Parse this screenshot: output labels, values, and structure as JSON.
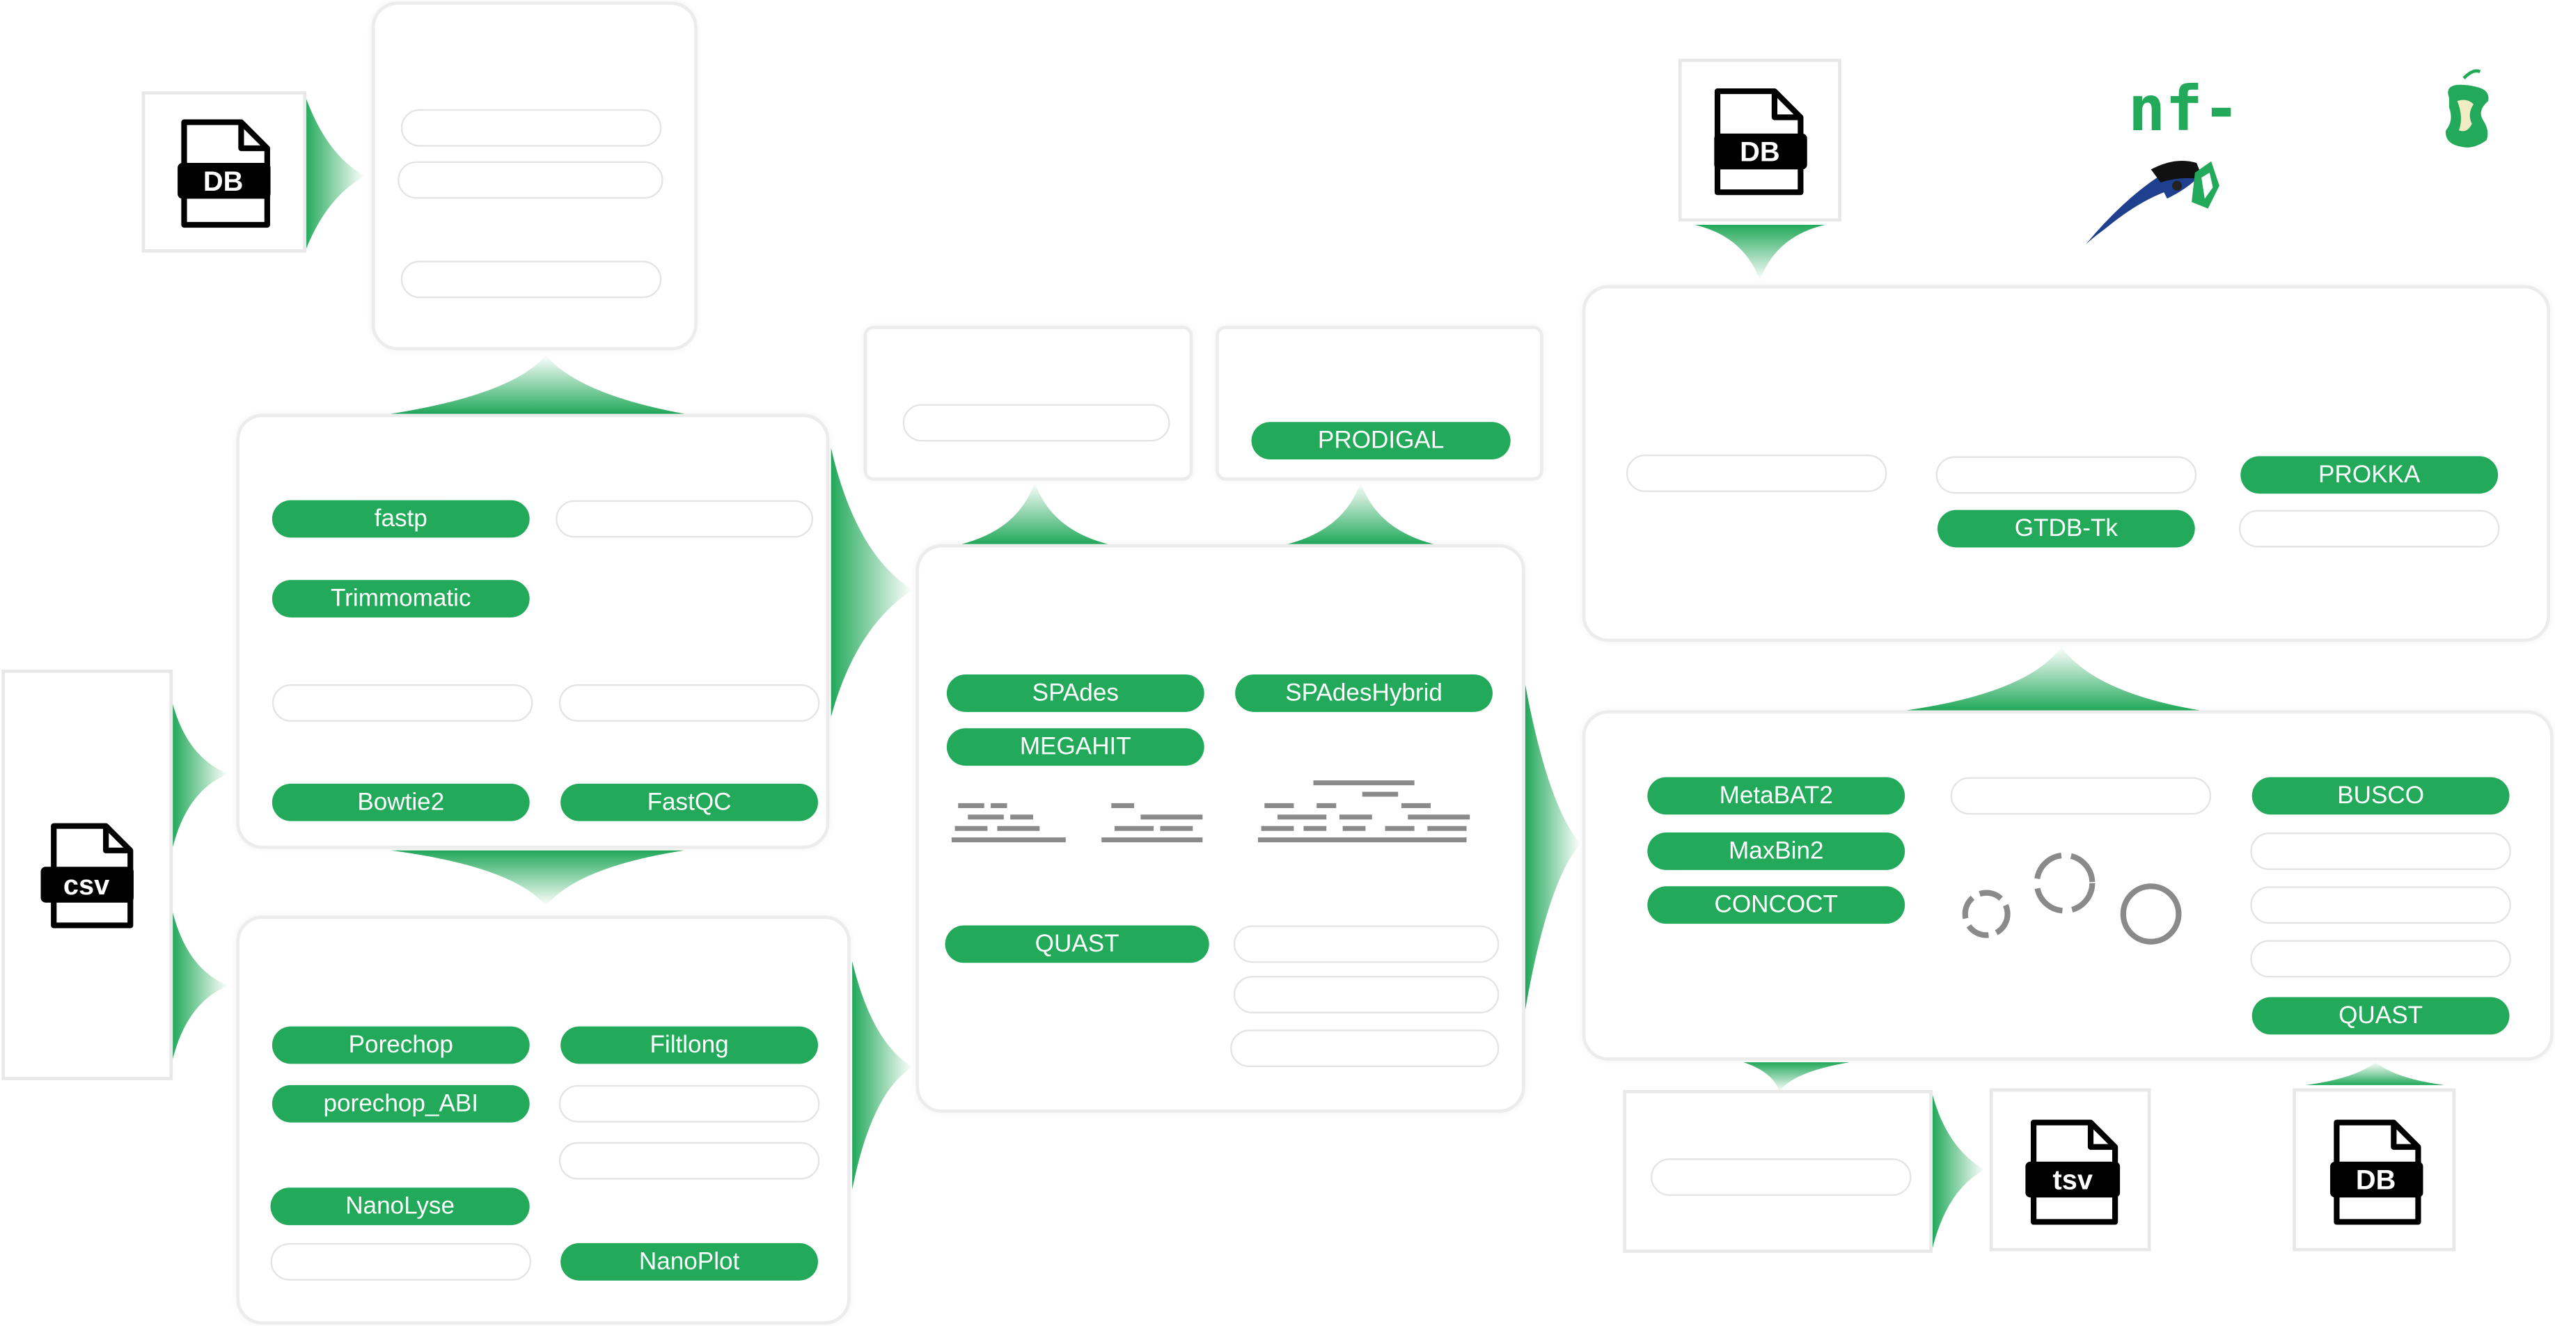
{
  "colors": {
    "accent": "#22a95a",
    "border": "#ececec",
    "placeholder": "#e4e4e4",
    "icon": "#000000",
    "gray_mark": "#8a8a8a"
  },
  "icons": [
    "db-file-icon",
    "csv-file-icon",
    "tsv-file-icon",
    "nf-core-logo",
    "magpie-bird-logo",
    "apple-core-icon",
    "alignment-reads-icon",
    "bin-circles-icon"
  ],
  "files": {
    "db_label": "DB",
    "csv_label": "csv",
    "tsv_label": "tsv"
  },
  "logo": {
    "text": "nf-"
  },
  "short_read_qc": {
    "fastp": "fastp",
    "trimmomatic": "Trimmomatic",
    "bowtie2": "Bowtie2",
    "fastqc": "FastQC"
  },
  "long_read_qc": {
    "porechop": "Porechop",
    "filtlong": "Filtlong",
    "porechop_abi": "porechop_ABI",
    "nanolyse": "NanoLyse",
    "nanoplot": "NanoPlot"
  },
  "gene_prediction": {
    "prodigal": "PRODIGAL"
  },
  "assembly": {
    "spades": "SPAdes",
    "spadeshybrid": "SPAdesHybrid",
    "megahit": "MEGAHIT",
    "quast": "QUAST"
  },
  "annotation": {
    "prokka": "PROKKA",
    "gtdbtk": "GTDB-Tk"
  },
  "binning": {
    "metabat2": "MetaBAT2",
    "maxbin2": "MaxBin2",
    "concoct": "CONCOCT",
    "busco": "BUSCO",
    "quast": "QUAST"
  }
}
